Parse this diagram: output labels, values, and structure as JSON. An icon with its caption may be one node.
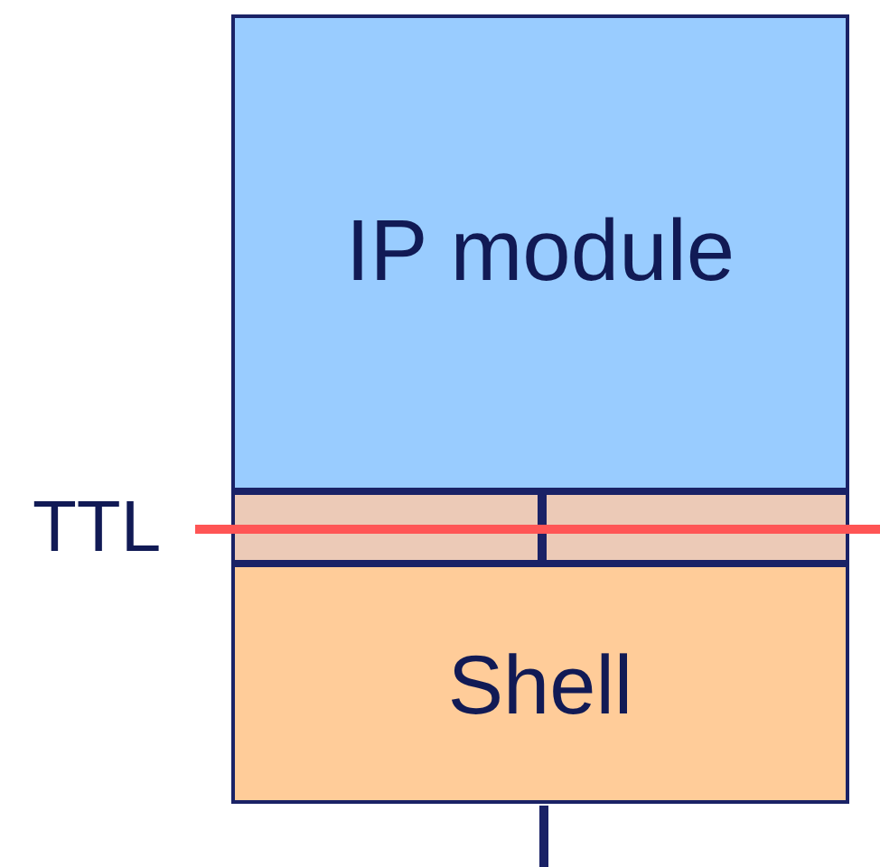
{
  "diagram": {
    "nodes": [
      {
        "text": [
          "IP module"
        ]
      },
      {
        "text": [],
        "shape": "box"
      },
      {
        "text": [
          "Shell"
        ]
      }
    ],
    "labels": [
      "TTL"
    ]
  }
}
